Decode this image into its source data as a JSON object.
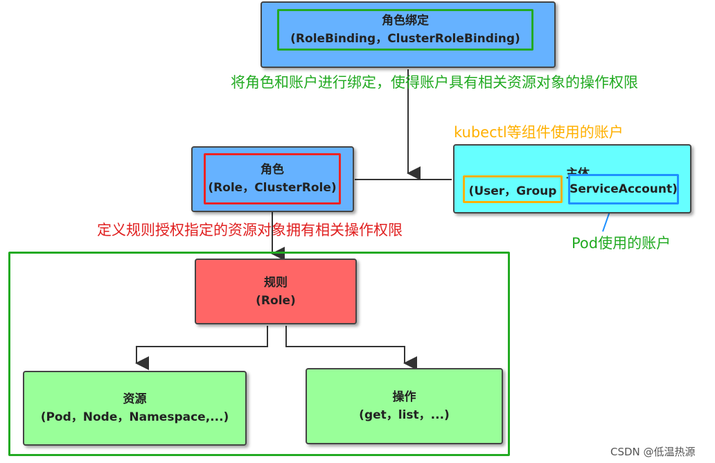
{
  "role_binding": {
    "title": "角色绑定",
    "subtitle": "(RoleBinding，ClusterRoleBinding)"
  },
  "binding_note": "将角色和账户进行绑定，使得账户具有相关资源对象的操作权限",
  "kubectl_note": "kubectl等组件使用的账户",
  "role": {
    "title": "角色",
    "subtitle": "(Role，ClusterRole)"
  },
  "subject": {
    "title": "主体",
    "user_group": "(User，Group",
    "service_account": "ServiceAccount)"
  },
  "pod_note": "Pod使用的账户",
  "role_note": "定义规则授权指定的资源对象拥有相关操作权限",
  "rule": {
    "title": "规则",
    "subtitle": "(Role)"
  },
  "resource": {
    "title": "资源",
    "subtitle": "(Pod，Node，Namespace,...)"
  },
  "operation": {
    "title": "操作",
    "subtitle": "(get，list，...)"
  },
  "watermark": "CSDN @低温热源",
  "colors": {
    "green_text": "#22aa22",
    "red_text": "#e02020",
    "orange_text": "#ffb000",
    "frame_green": "#22aa22",
    "frame_red": "#ee2222",
    "frame_orange": "#ffb000",
    "frame_blue": "#1e90ff",
    "arrow_orange": "#ffb000",
    "arrow_blue": "#1e90ff",
    "line_dark": "#333333"
  }
}
